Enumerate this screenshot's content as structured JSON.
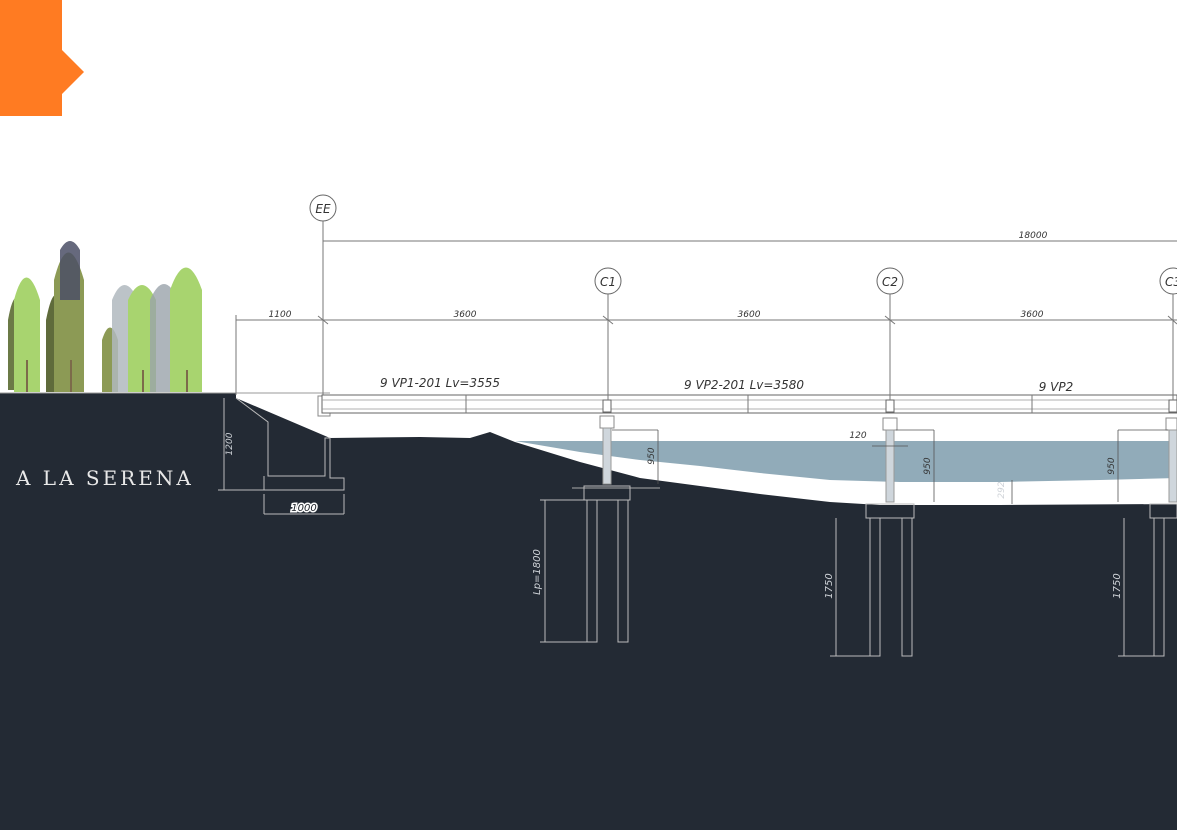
{
  "colors": {
    "badge": "#FF7B22",
    "ground": "#232A34",
    "water": "#8BA7B5",
    "tree_light": "#A8D46F",
    "tree_dark": "#6B7A46",
    "tree_shadow": "#7C8A96",
    "line": "#555555"
  },
  "icons": {
    "badge": "arrow-tab-icon",
    "trees": "tree-icon"
  },
  "place_label": "A LA SERENA",
  "axes": {
    "abutment": "EE",
    "pier1": "C1",
    "pier2": "C2",
    "pier3": "C3"
  },
  "dims": {
    "total": "18000",
    "left_overhang": "1100",
    "span1": "3600",
    "span2": "3600",
    "span3": "3600",
    "abutment_height": "1200",
    "footing_width": "1000",
    "pile1": "Lp=1800",
    "pile2": "1750",
    "pile3": "1750",
    "pier_width": "120",
    "water1": "950",
    "water2": "950",
    "water3": "950",
    "scour": "292"
  },
  "beams": {
    "span1": "9 VP1-201 Lv=3555",
    "span2": "9 VP2-201 Lv=3580",
    "span3": "9 VP2"
  }
}
